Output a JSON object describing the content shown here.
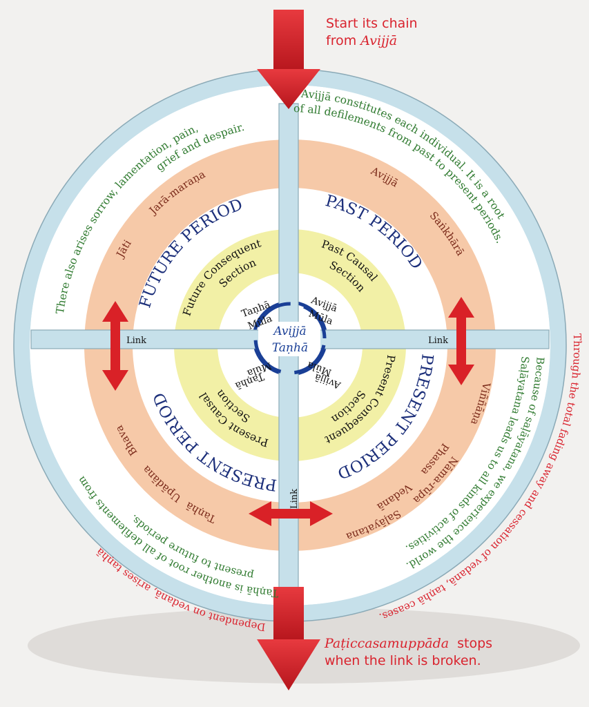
{
  "top_note": {
    "line1": "Start its chain",
    "line2_prefix": "from ",
    "line2_italic": "Avijjā"
  },
  "bottom_note": {
    "italic": "Paṭiccasamuppāda",
    "rest": "  stops",
    "line2": "when the link is broken."
  },
  "outer_ring": {
    "top_right": [
      "Avijjā constitutes each individual. It is a root",
      "of all defilements from past to present periods."
    ],
    "top_left": [
      "There also arises sorrow, lamentation, pain,",
      "grief and despair."
    ],
    "bottom_right": [
      "Because of saḷāyatana, we experience the world.",
      "Saḷāyatana leads us to all kinds of activities."
    ],
    "bottom_left": [
      "Taṇhā is another root of all defilements from",
      "present to future periods."
    ],
    "outside_right": "Through the total fading away and cessation of vedanā, taṇhā ceases.",
    "outside_left": "Dependent on vedanā, arises taṇhā"
  },
  "factors": {
    "past": [
      "Avijjā",
      "Saṅkhārā"
    ],
    "future": [
      "Jāti",
      "Jarā-maraṇa"
    ],
    "present_effects": [
      "Viññāṇa",
      "Nāma-rūpa",
      "Phassa",
      "Vedanā",
      "Saḷāyatana"
    ],
    "present_causes": [
      "Taṇhā",
      "Upādāna",
      "Bhava"
    ]
  },
  "periods": {
    "past": "PAST PERIOD",
    "future": "FUTURE PERIOD",
    "present_right": "PRESENT PERIOD",
    "present_left": "PRESENT PERIOD"
  },
  "sections": {
    "past": [
      "Past Causal",
      "Section"
    ],
    "future": [
      "Future Consequent",
      "Section"
    ],
    "present_right": [
      "Present Consequent",
      "Section"
    ],
    "present_left": [
      "Present Causal",
      "Section"
    ]
  },
  "roots": {
    "past": [
      "Avijjā",
      "Mūla"
    ],
    "future": [
      "Taṇhā",
      "Mūla"
    ],
    "present_right": [
      "Avijjā",
      "Mūla"
    ],
    "present_left": [
      "Taṇhā",
      "Mūla"
    ]
  },
  "center": {
    "top": "Avijjā",
    "bottom": "Taṇhā"
  },
  "links": {
    "left": "Link",
    "right": "Link",
    "bottom": "Link"
  },
  "colors": {
    "outer_ring": "#c6e0ea",
    "peach_ring": "#f6c9a8",
    "yellow_ring": "#f2f0a6",
    "text_green": "#2f7a2f",
    "text_navy": "#1c2f7a",
    "text_red": "#d9232e",
    "text_brown": "#7a2a1a",
    "arrow_red": "#d92127",
    "center_blue": "#1a3f96"
  }
}
